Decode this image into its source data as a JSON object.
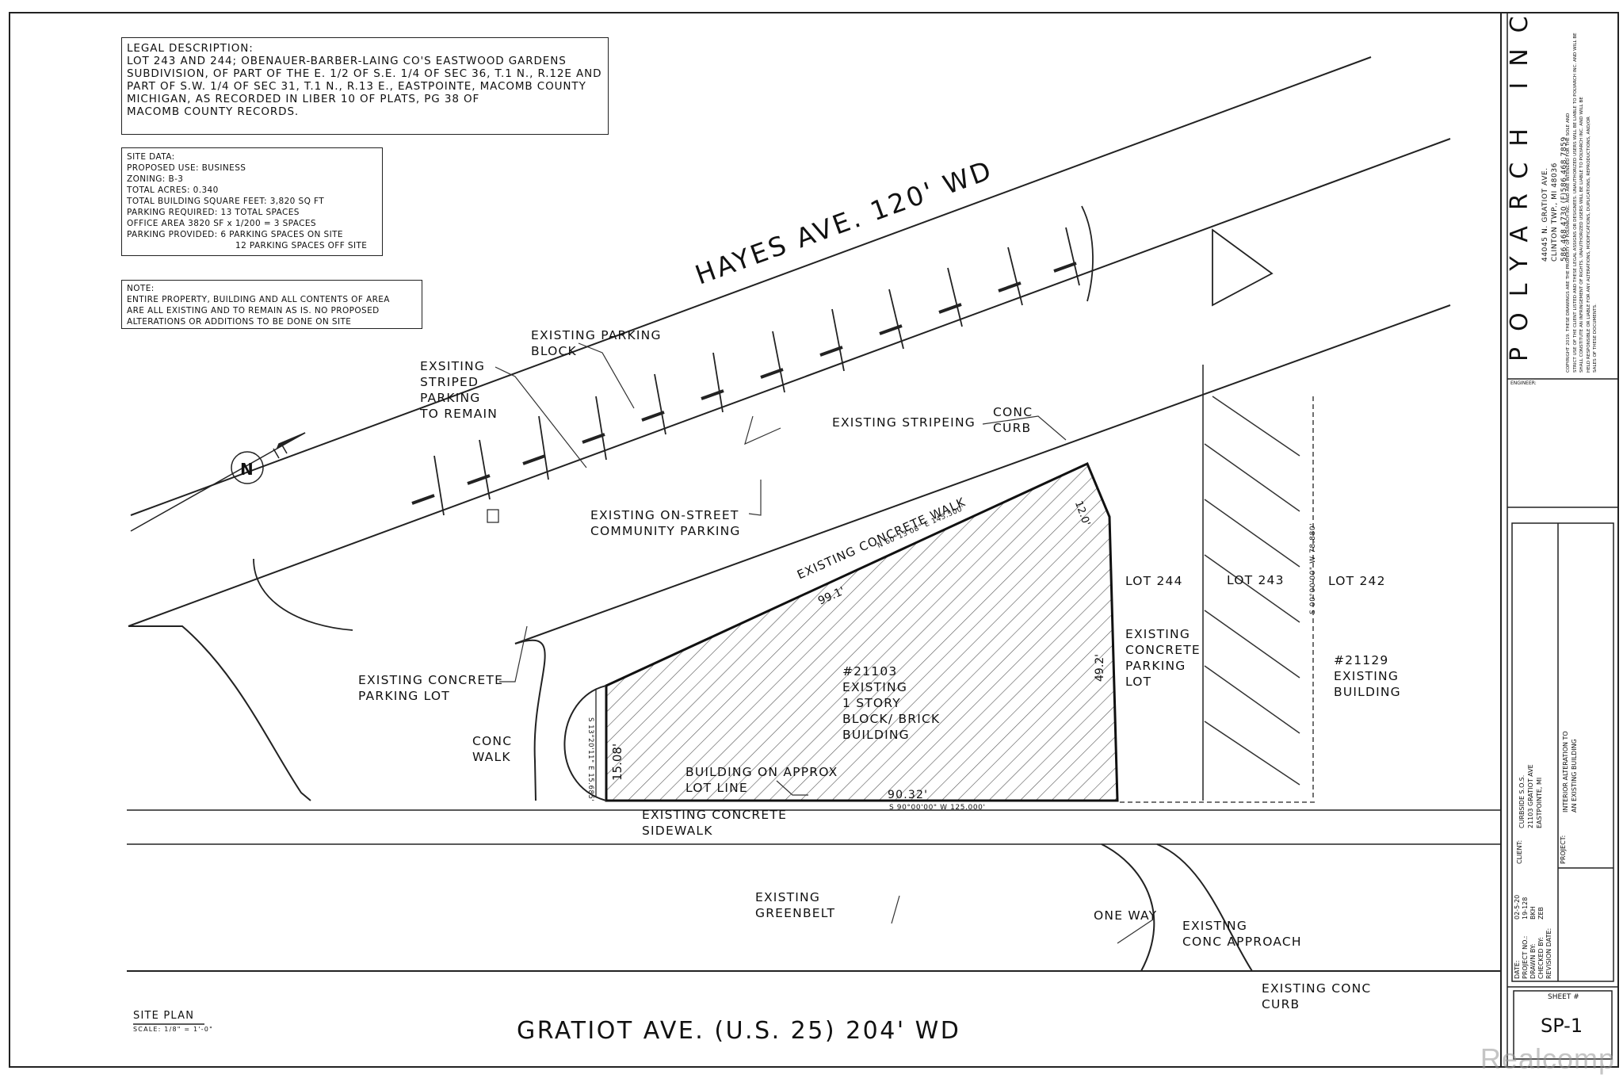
{
  "legal": {
    "title": "LEGAL DESCRIPTION:",
    "lines": [
      "LOT 243 AND 244; OBENAUER-BARBER-LAING CO'S EASTWOOD GARDENS",
      "SUBDIVISION, OF PART OF THE E. 1/2 OF S.E. 1/4 OF SEC 36, T.1 N., R.12E AND",
      "PART OF S.W. 1/4 OF SEC 31, T.1 N., R.13 E., EASTPOINTE, MACOMB COUNTY",
      "MICHIGAN, AS RECORDED IN LIBER 10 OF PLATS, PG 38 OF",
      "MACOMB COUNTY RECORDS."
    ]
  },
  "site_data": {
    "lines": [
      "SITE DATA:",
      "PROPOSED USE: BUSINESS",
      "ZONING: B-3",
      "TOTAL ACRES: 0.340",
      "TOTAL BUILDING SQUARE FEET: 3,820 SQ FT",
      "PARKING REQUIRED: 13 TOTAL SPACES",
      "OFFICE AREA 3820 SF x 1/200 = 3 SPACES",
      "PARKING PROVIDED: 6 PARKING SPACES ON SITE",
      "12 PARKING SPACES OFF SITE"
    ]
  },
  "note": {
    "lines": [
      "NOTE:",
      "ENTIRE PROPERTY, BUILDING AND ALL CONTENTS OF AREA",
      "ARE ALL EXISTING AND TO REMAIN AS IS. NO PROPOSED",
      "ALTERATIONS OR ADDITIONS TO BE DONE ON SITE"
    ]
  },
  "streets": {
    "hayes": "HAYES AVE. 120' WD",
    "gratiot": "GRATIOT AVE. (U.S. 25) 204' WD"
  },
  "labels": {
    "parking_block": [
      "EXISTING PARKING",
      "BLOCK"
    ],
    "striped": [
      "EXSITING",
      "STRIPED",
      "PARKING",
      "TO REMAIN"
    ],
    "stripeing": "EXISTING STRIPEING",
    "conc_curb": [
      "CONC",
      "CURB"
    ],
    "onstreet": [
      "EXISTING ON-STREET",
      "COMMUNITY PARKING"
    ],
    "concrete_walk": "EXISTING CONCRETE WALK",
    "bearing_top": "N 60°13'08\" E 145.500'",
    "dim_top": "99.1'",
    "dim_12": "12.0'",
    "dim_right": "49.2'",
    "dim_left": "15.08'",
    "dim_bottom": "90.32'",
    "bearing_bottom": "S 90°00'00\" W 125.000'",
    "bearing_arc": "S 13°20'11\" E 15.685'",
    "bearing_lot": "S 00°00'00\" W 78.880'",
    "lot244": "LOT 244",
    "lot243": "LOT 243",
    "lot242": "LOT 242",
    "ex_parking_lot": [
      "EXISTING",
      "CONCRETE",
      "PARKING",
      "LOT"
    ],
    "bldg_21129": [
      "#21129",
      "EXISTING",
      "BUILDING"
    ],
    "conc_parking": [
      "EXISTING CONCRETE",
      "PARKING LOT"
    ],
    "conc_walk": [
      "CONC",
      "WALK"
    ],
    "bldg_21103": [
      "#21103",
      "EXISTING",
      "1 STORY",
      "BLOCK/ BRICK",
      "BUILDING"
    ],
    "bldg_lot_line": [
      "BUILDING ON APPROX",
      "LOT LINE"
    ],
    "sidewalk": [
      "EXISTING CONCRETE",
      "SIDEWALK"
    ],
    "greenbelt": [
      "EXISTING",
      "GREENBELT"
    ],
    "one_way": "ONE WAY",
    "conc_approach": [
      "EXISTING",
      "CONC APPROACH"
    ],
    "conc_curb2": [
      "EXISTING CONC",
      "CURB"
    ],
    "north": "N"
  },
  "site_plan": {
    "title": "SITE PLAN",
    "scale": "SCALE: 1/8\" = 1'-0\""
  },
  "title_block": {
    "firm": "POLYARCH INC.",
    "address": [
      "44045 N. GRATIOT AVE.",
      "CLINTON TWP., MI 48036",
      "586.468.4730 (F)586.468.7859"
    ],
    "copyright": [
      "COPYRIGHT 2019. THESE DRAWINGS ARE THE PROPERTY OF POLYARCH INC. AND ARE INTENDED FOR THE SOLE AND",
      "STRICT USE OF THE CLIENT LISTED AND THESE LEGAL ASSIGNS OR DESIGNEES. UNAUTHORIZED USERS WILL BE LIABLE TO POLYARCH INC. AND WILL BE",
      "SHALL CONSTITUTE AN INFRINGEMENT OF RIGHTS. UNAUTHORIZED USERS WILL BE LIABLE TO POLYARCH INC. AND WILL BE",
      "HELD RESPONSIBLE OR LIABLE FOR ANY ALTERATIONS, MODIFICATIONS, DUPLICATIONS, REPRODUCTIONS, AND/OR",
      "SALES OF THESE DOCUMENTS."
    ],
    "engineer": "ENGINEER:",
    "client_label": "CLIENT:",
    "client": [
      "CURBSIDE S.O.S.",
      "21103 GRATIOT AVE",
      "EASTPOINTE, MI"
    ],
    "project_label": "PROJECT:",
    "project": [
      "INTERIOR ALTERATION TO",
      "AN EXISTING BUILDING"
    ],
    "date_labels": [
      "DATE:",
      "PROJECT NO.:",
      "DRAWN BY:",
      "CHECKED BY:",
      "REVISION DATE:"
    ],
    "date_values": [
      "02-5-20",
      "19-128",
      "BKH",
      "ZEB",
      ""
    ],
    "sheet_label": "SHEET #",
    "sheet": "SP-1"
  },
  "watermark": "Realcomp"
}
